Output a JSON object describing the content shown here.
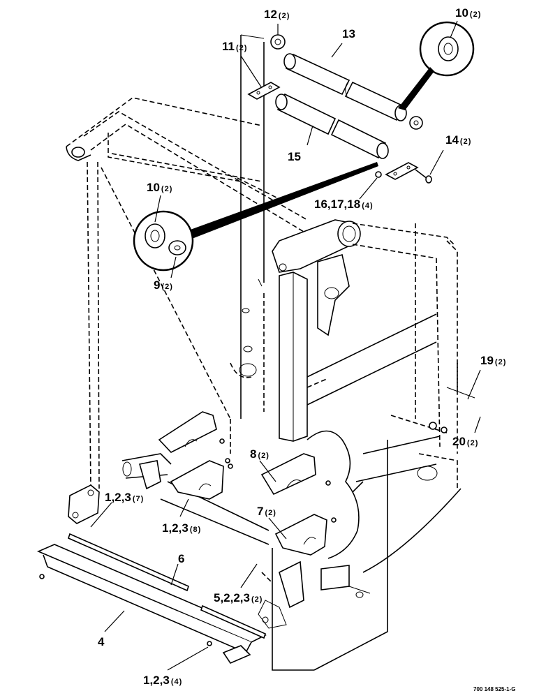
{
  "callouts": [
    {
      "id": "c12",
      "num": "12",
      "qty": "(2)"
    },
    {
      "id": "c13",
      "num": "13",
      "qty": ""
    },
    {
      "id": "c11",
      "num": "11",
      "qty": "(2)"
    },
    {
      "id": "c10a",
      "num": "10",
      "qty": "(2)"
    },
    {
      "id": "c15",
      "num": "15",
      "qty": ""
    },
    {
      "id": "c14",
      "num": "14",
      "qty": "(2)"
    },
    {
      "id": "c10b",
      "num": "10",
      "qty": "(2)"
    },
    {
      "id": "c16",
      "num": "16,17,18",
      "qty": "(4)"
    },
    {
      "id": "c9",
      "num": "9",
      "qty": "(2)"
    },
    {
      "id": "c19",
      "num": "19",
      "qty": "(2)"
    },
    {
      "id": "c20",
      "num": "20",
      "qty": "(2)"
    },
    {
      "id": "c8",
      "num": "8",
      "qty": "(2)"
    },
    {
      "id": "c123a",
      "num": "1,2,3",
      "qty": "(7)"
    },
    {
      "id": "c123b",
      "num": "1,2,3",
      "qty": "(8)"
    },
    {
      "id": "c7",
      "num": "7",
      "qty": "(2)"
    },
    {
      "id": "c6",
      "num": "6",
      "qty": ""
    },
    {
      "id": "c5223",
      "num": "5,2,2,3",
      "qty": "(2)"
    },
    {
      "id": "c4",
      "num": "4",
      "qty": ""
    },
    {
      "id": "c123c",
      "num": "1,2,3",
      "qty": "(4)"
    }
  ],
  "drawing_ref": "700 148 525-1-G"
}
